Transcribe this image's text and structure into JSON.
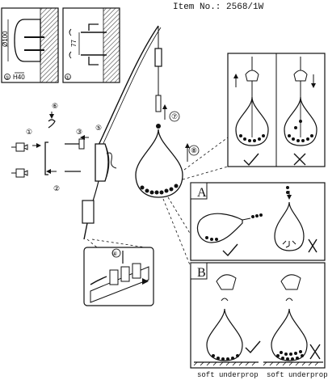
{
  "header": {
    "item_no": "Item No.: 2568/1W"
  },
  "details": {
    "dim_height": "Ø100",
    "dim_width": "H40",
    "dim_depth": "77",
    "inset_left_step": "⑤",
    "inset_right_step": "①"
  },
  "steps": [
    "①",
    "②",
    "③",
    "④",
    "⑤",
    "⑥",
    "⑦",
    "⑧"
  ],
  "panel_a": {
    "label": "A"
  },
  "panel_b": {
    "label": "B"
  },
  "captions": {
    "soft_underprop_left": "soft underprop",
    "soft_underprop_right": "soft underprop"
  },
  "icons": [
    "check-icon",
    "cross-icon",
    "hand-icon",
    "arrow-up-icon",
    "arrow-down-icon",
    "rotate-icon"
  ],
  "colors": {
    "ink": "#111111",
    "hatch": "#444444"
  }
}
